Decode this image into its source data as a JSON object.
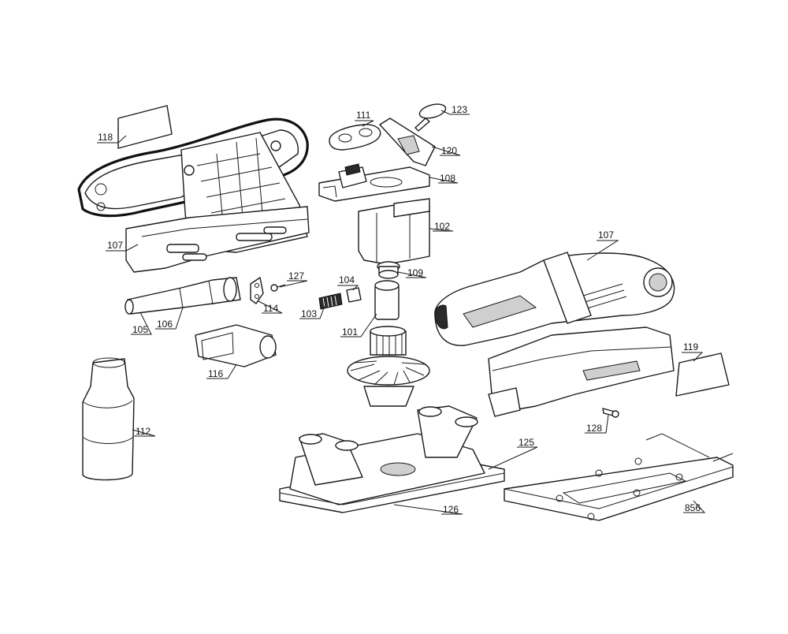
{
  "labels": {
    "l118": "118",
    "l111": "111",
    "l123": "123",
    "l120": "120",
    "l108": "108",
    "l102": "102",
    "l107a": "107",
    "l107b": "107",
    "l109": "109",
    "l127": "127",
    "l104": "104",
    "l114": "114",
    "l103": "103",
    "l105": "105",
    "l106": "106",
    "l101": "101",
    "l116": "116",
    "l119": "119",
    "l112": "112",
    "l128": "128",
    "l125": "125",
    "l126": "126",
    "l856": "856"
  }
}
